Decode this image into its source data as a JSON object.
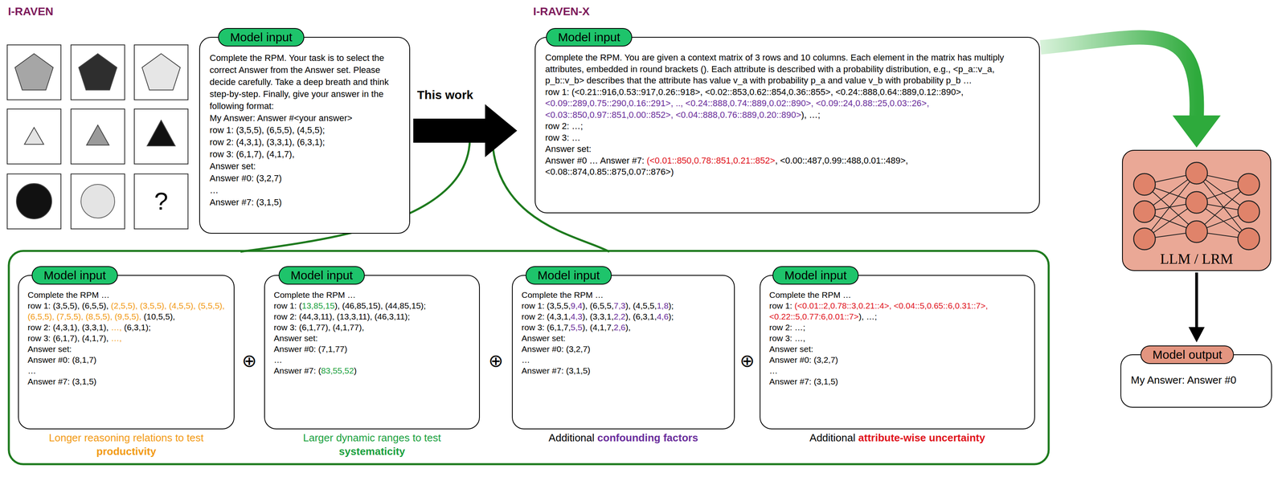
{
  "diagram": {
    "nodes": [
      {
        "text": [
          "Model input",
          "Complete the RPM. Your task is to select the correct Answer from the Answer set. Please decide carefully. Take a deep breath and think step-by-step. Finally, give your answer in the following format:",
          "My Answer: Answer #<your answer>",
          "row 1: (3,5,5), (6,5,5), (4,5,5);",
          "row 2: (4,3,1), (3,3,1), (6,3,1);",
          "row 3: (6,1,7), (4,1,7),",
          "Answer set:",
          "Answer #0: (3,2,7)",
          "…",
          "Answer #7: (3,1,5)"
        ]
      },
      {
        "text": [
          "Model input",
          "Complete the RPM. You are given a context matrix of 3 rows and 10 columns. Each element in the matrix has multiply attributes, embedded in round brackets (). Each attribute is described with a probability distribution, e.g., <p_a::v_a, p_b::v_b> describes that the attribute has value v_a with probability p_a and value v_b with probability p_b …",
          "row 1: (<0.21::916,0.53::917,0.26::918>, <0.02::853,0.62::854,0.36::855>, <0.24::888,0.64::889,0.12::890>,",
          "<0.09::289,0.75::290,0.16::291>, .., <0.24::888,0.74::889,0.02::890>, <0.09::24,0.88::25,0.03::26>, <0.03::850,0.97::851,0.00::852>, <0.04::888,0.76::889,0.20::890>",
          "), …;",
          "row 2: …;",
          "row 3: …",
          "Answer set:",
          "Answer #0 … Answer #7:",
          "(<0.01::850,0.78::851,0.21::852>",
          ", <0.00::487,0.99::488,0.01::489>, <0.08::874,0.85::875,0.07::876>)"
        ]
      },
      {
        "text": [
          "LLM / LRM"
        ]
      },
      {
        "text": [
          "Model output",
          "My Answer: Answer #0"
        ]
      },
      {
        "text": [
          "Model input",
          "Complete the RPM …",
          "row 1: (3,5,5), (6,5,5),",
          "(2,5,5), (3,5,5), (4,5,5), (5,5,5), (6,5,5), (7,5,5), (8,5,5), (9,5,5),",
          "(10,5,5),",
          "row 2: (4,3,1), (3,3,1),",
          "…,",
          "(6,3,1);",
          "row 3: (6,1,7), (4,1,7),",
          "…,",
          "Answer set:",
          "Answer #0: (8,1,7)",
          "…",
          "Answer #7: (3,1,5)",
          "Longer reasoning relations to test",
          "productivity"
        ]
      },
      {
        "text": [
          "Model input",
          "Complete the RPM …",
          "row 1: (",
          "13,85,15",
          "), (46,85,15), (44,85,15);",
          "row 2: (44,3,11), (13,3,11), (46,3,11);",
          "row 3: (6,1,77), (4,1,77),",
          "Answer set:",
          "Answer #0: (7,1,77)",
          "…",
          "Answer #7: (",
          "83,55,52",
          ")",
          "Larger dynamic ranges to test",
          "systematicity"
        ]
      },
      {
        "text": [
          "Model input",
          "Complete the RPM …",
          "row 1: (3,5,5,",
          "9,4",
          "), (6,5,5,",
          "7,3",
          "), (4,5,5,",
          "1,8",
          ");",
          "row 2: (4,3,1,",
          "4,3",
          "), (3,3,1,",
          "2,2",
          "), (6,3,1,",
          "4,6",
          ");",
          "row 3: (6,1,7,",
          "5,5",
          "), (4,1,7,",
          "2,6",
          "),",
          "Answer set:",
          "Answer #0: (3,2,7)",
          "…",
          "Answer #7: (3,1,5)",
          "Additional",
          "confounding factors"
        ]
      },
      {
        "text": [
          "Model input",
          "Complete the RPM …",
          "row 1:",
          "(<0.01::2,0.78::3,0.21::4>, <0.04::5,0.65::6,0.31::7>, <0.22::5,0.77:6,0.01::7>",
          "), …;",
          "row 2: …;",
          "row 3: …,",
          "Answer set:",
          "Answer #0: (3,2,7)",
          "…",
          "Answer #7: (3,1,5)",
          "Additional",
          "attribute-wise uncertainty"
        ]
      }
    ],
    "edges": [
      {
        "from": 0,
        "to": 1,
        "arrow": "to",
        "label": "This work"
      },
      {
        "from": 1,
        "to": 2,
        "arrow": "to"
      },
      {
        "from": 2,
        "to": 3,
        "arrow": "to"
      }
    ],
    "labels": [
      "I-RAVEN",
      "I-RAVEN-X",
      "?",
      "⊕",
      "⊕",
      "⊕"
    ]
  }
}
